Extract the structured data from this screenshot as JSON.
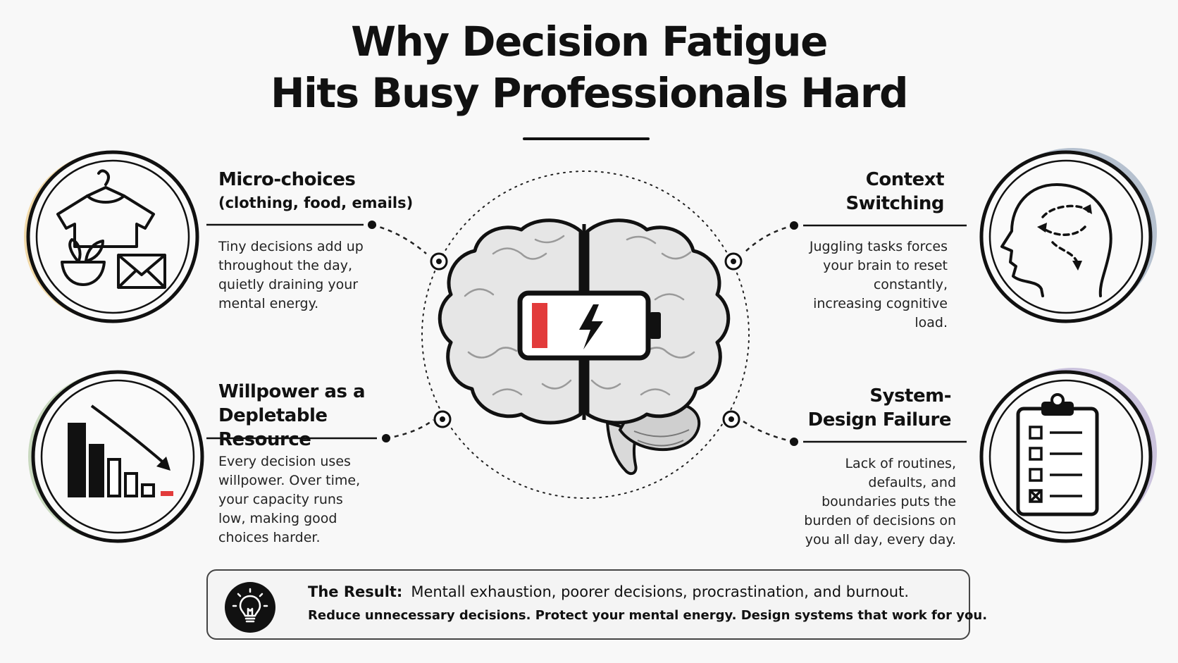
{
  "title": {
    "line1": "Why Decision Fatigue",
    "line2": "Hits Busy Professionals Hard"
  },
  "center": {
    "icon": "brain-with-low-battery-icon",
    "battery_color": "#e23b3b"
  },
  "factors": [
    {
      "heading": "Micro-choices",
      "subheading": "(clothing, food, emails)",
      "description": "Tiny decisions add up throughout the day, quietly draining your mental energy.",
      "icon": "shirt-food-email-icon",
      "accent": "#f1d9a8"
    },
    {
      "heading": "Willpower as a Depletable Resource",
      "description": "Every decision uses willpower. Over time, your capacity runs low, making good choices harder.",
      "icon": "declining-bars-icon",
      "accent": "#c9d9bf"
    },
    {
      "heading": "Context Switching",
      "description": "Juggling tasks forces your brain to reset constantly, increasing cognitive load.",
      "icon": "head-with-arrows-icon",
      "accent": "#b6c1cf"
    },
    {
      "heading": "System-Design Failure",
      "description": "Lack of routines, defaults, and boundaries puts the burden of decisions on you all day, every day.",
      "icon": "clipboard-checklist-icon",
      "accent": "#cbc3dd"
    }
  ],
  "result": {
    "icon": "lightbulb-icon",
    "label": "The Result:",
    "text": "Mentall exhaustion, poorer decisions, procrastination, and burnout.",
    "tagline": "Reduce unnecessary decisions. Protect your mental energy. Design systems that work for you."
  }
}
